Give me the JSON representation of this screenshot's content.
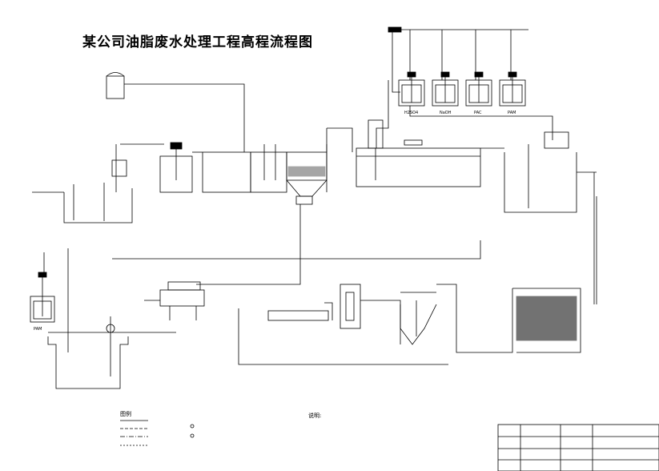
{
  "title": "某公司油脂废水处理工程高程流程图",
  "dosing_tanks": [
    "H2SO4",
    "NaOH",
    "PAC",
    "PAM"
  ],
  "dosing_tank_left": "PAM",
  "legend": {
    "heading": "图例"
  },
  "notes": {
    "heading": "说明:"
  }
}
